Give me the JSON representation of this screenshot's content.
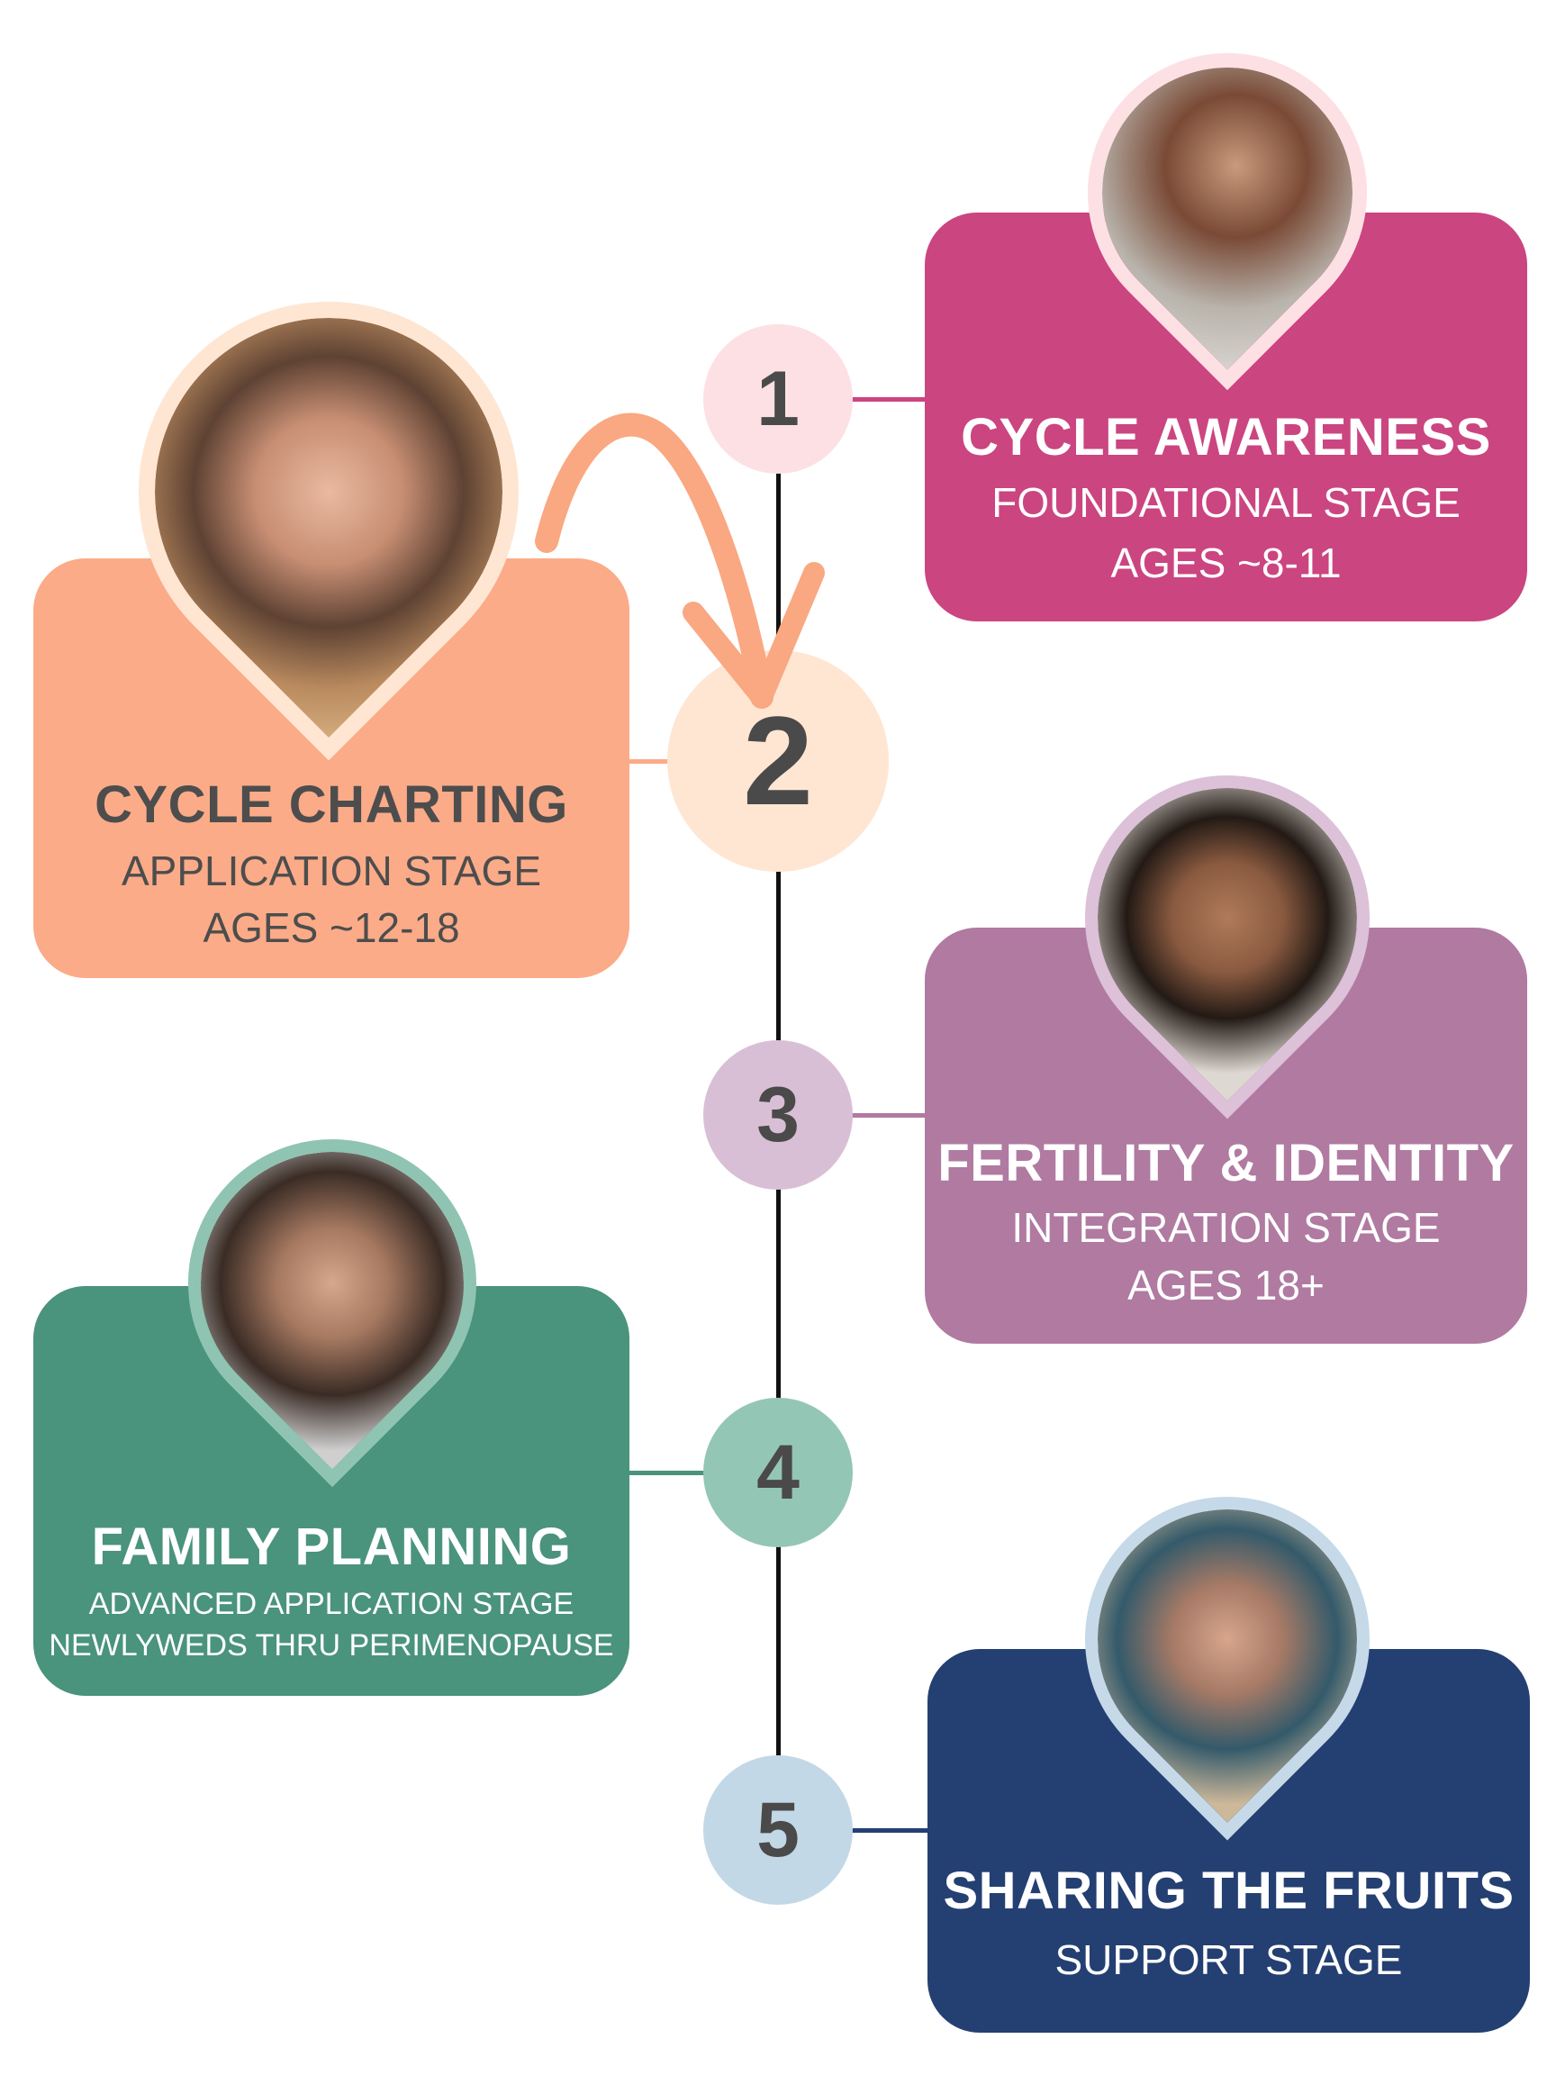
{
  "stages": [
    {
      "number": "1",
      "title": "CYCLE AWARENESS",
      "subtitle": "FOUNDATIONAL STAGE",
      "detail": "AGES ~8-11",
      "card_color": "#cb4580",
      "circle_color": "#fde0e3",
      "pin_border": "#fde0e3",
      "text_color": "#ffffff"
    },
    {
      "number": "2",
      "title": "CYCLE CHARTING",
      "subtitle": "APPLICATION STAGE",
      "detail": "AGES ~12-18",
      "card_color": "#fbab88",
      "circle_color": "#fee6d3",
      "pin_border": "#fee6d3",
      "text_color": "#4d4d4d"
    },
    {
      "number": "3",
      "title": "FERTILITY & IDENTITY",
      "subtitle": "INTEGRATION STAGE",
      "detail": "AGES 18+",
      "card_color": "#b07aa1",
      "circle_color": "#d9bfd6",
      "pin_border": "#dcc1d8",
      "text_color": "#ffffff"
    },
    {
      "number": "4",
      "title": "FAMILY PLANNING",
      "subtitle": "ADVANCED APPLICATION STAGE",
      "detail": "NEWLYWEDS THRU PERIMENOPAUSE",
      "card_color": "#4a937c",
      "circle_color": "#94c6b5",
      "pin_border": "#8fc4b2",
      "text_color": "#ffffff"
    },
    {
      "number": "5",
      "title": "SHARING THE FRUITS",
      "subtitle": "SUPPORT STAGE",
      "card_color": "#243f72",
      "circle_color": "#c3d8e6",
      "pin_border": "#c5d9e8",
      "text_color": "#ffffff"
    }
  ],
  "arrow_color": "#f9a882"
}
